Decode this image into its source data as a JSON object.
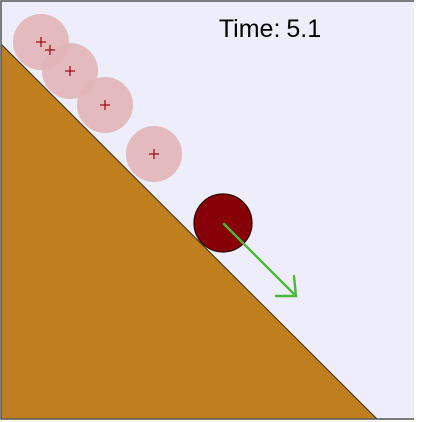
{
  "simulation": {
    "time_label": "Time:",
    "time_value": "5.1",
    "colors": {
      "background": "#ededfb",
      "incline": "#c07f1f",
      "ball": "#870008",
      "ghost_ball": "#e2b5b8",
      "ghost_marker": "#a0101a",
      "velocity_arrow": "#4cb83a",
      "frame_border": "#555555"
    },
    "icons": {
      "ghost_marker": "plus-crosshair",
      "velocity": "arrow-right-down"
    }
  }
}
